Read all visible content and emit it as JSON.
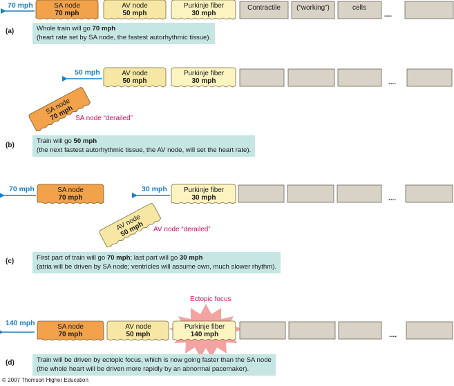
{
  "cars": {
    "sa_node": "SA node",
    "av_node": "AV node",
    "purkinje": "Purkinje fiber",
    "contractile": "Contractile",
    "working": "(“working”)",
    "cells": "cells",
    "ellipsis": "....",
    "speed_70": "70 mph",
    "speed_50": "50 mph",
    "speed_30": "30 mph",
    "speed_140": "140 mph"
  },
  "panels": {
    "a": {
      "letter": "(a)",
      "arrow_speed": "70 mph",
      "caption_pre": "Whole train will go ",
      "caption_bold": "70 mph",
      "caption_post": "",
      "caption_line2": "(heart rate set by SA node, the fastest autorhythmic tissue)."
    },
    "b": {
      "letter": "(b)",
      "arrow_speed": "50 mph",
      "derailed": "SA node “derailed”",
      "caption_pre": "Train will go ",
      "caption_bold": "50 mph",
      "caption_line2": "(the next fastest autorhythmic tissue, the AV node, will set the heart rate)."
    },
    "c": {
      "letter": "(c)",
      "arrow_speed_front": "70 mph",
      "arrow_speed_back": "30 mph",
      "derailed": "AV node “derailed”",
      "caption_pre": "First part of train will go ",
      "caption_bold1": "70 mph",
      "caption_mid": "; last part will go ",
      "caption_bold2": "30 mph",
      "caption_line2": "(atria will be driven by SA node; ventricles will assume own, much slower rhythm)."
    },
    "d": {
      "letter": "(d)",
      "arrow_speed": "140 mph",
      "ectopic": "Ectopic focus",
      "caption_line1": "Train will be driven by ectopic focus, which is now going faster than the SA node",
      "caption_line2": "(the whole heart will be driven more rapidly by an abnormal pacemaker)."
    }
  },
  "copyright": "© 2007 Thomson Higher Education",
  "colors": {
    "sa_car": "#f2a24a",
    "av_car": "#f6e8a4",
    "purkinje_car": "#fbf3c0",
    "gray_car": "#d9d2c6",
    "arrow": "#1e7fc2",
    "caption_bg": "#c6e6e3",
    "derail_text": "#d0105e",
    "starburst": "#f4a3a3"
  }
}
